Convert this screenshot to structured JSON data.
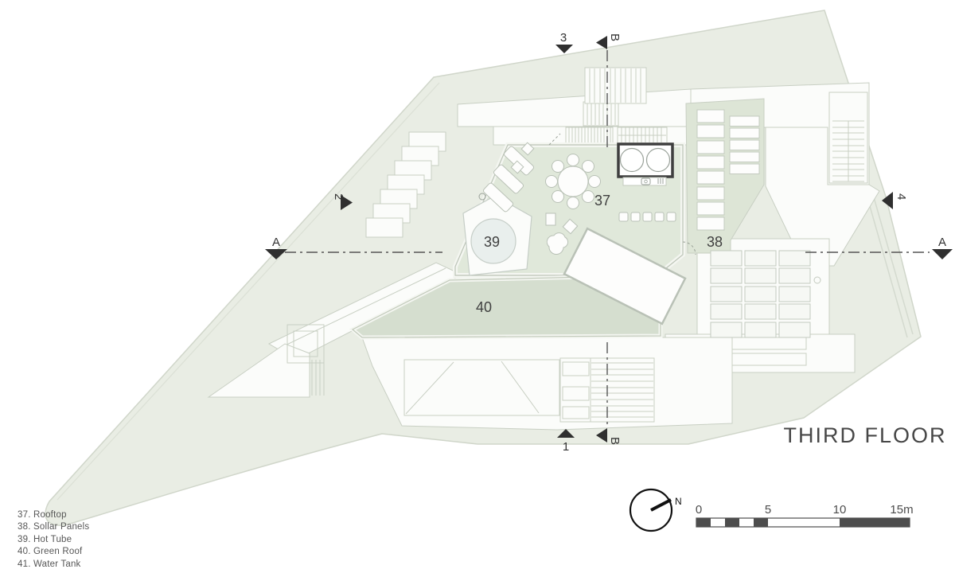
{
  "title": "THIRD FLOOR",
  "legend": {
    "items": [
      {
        "text": "37. Rooftop"
      },
      {
        "text": "38. Sollar Panels"
      },
      {
        "text": "39. Hot Tube"
      },
      {
        "text": "40. Green Roof"
      },
      {
        "text": "41. Water Tank"
      }
    ]
  },
  "plan_labels": {
    "rooftop": "37",
    "solar_panels": "38",
    "hot_tub": "39",
    "green_roof": "40"
  },
  "section_markers": {
    "a": "A",
    "b": "B",
    "s1": "1",
    "s2": "2",
    "s3": "3",
    "s4": "4"
  },
  "north_label": "N",
  "scale_bar": {
    "ticks": [
      "0",
      "5",
      "10",
      "15m"
    ]
  },
  "colors": {
    "site": "#e9ede4",
    "rooftop_terrace": "#e0e8da",
    "green_roof": "#d5decf",
    "panel_field": "#dde5d6",
    "roof_white": "#fbfcfa",
    "outline": "#c8cfc3",
    "dark": "#3e3e3e",
    "text": "#4a4a4a"
  }
}
